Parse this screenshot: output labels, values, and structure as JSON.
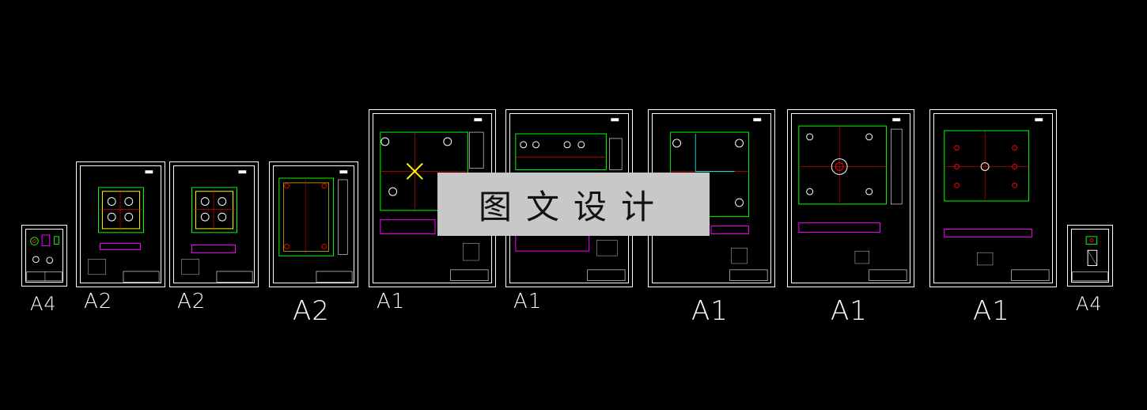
{
  "sheets": [
    {
      "size_label": "A4"
    },
    {
      "size_label": "A2"
    },
    {
      "size_label": "A2"
    },
    {
      "size_label": "A2"
    },
    {
      "size_label": "A1"
    },
    {
      "size_label": "A1"
    },
    {
      "size_label": "A1"
    },
    {
      "size_label": "A1"
    },
    {
      "size_label": "A1"
    },
    {
      "size_label": "A4"
    }
  ],
  "watermark": {
    "text": "图文设计"
  },
  "colors": {
    "background": "#000000",
    "frame": "#ffffff",
    "geometry": "#00ff00",
    "center": "#ff0000",
    "dimension": "#00ffff",
    "highlight": "#ffff00",
    "accent": "#ff00ff",
    "watermark_bg": "#c8c8c8"
  }
}
